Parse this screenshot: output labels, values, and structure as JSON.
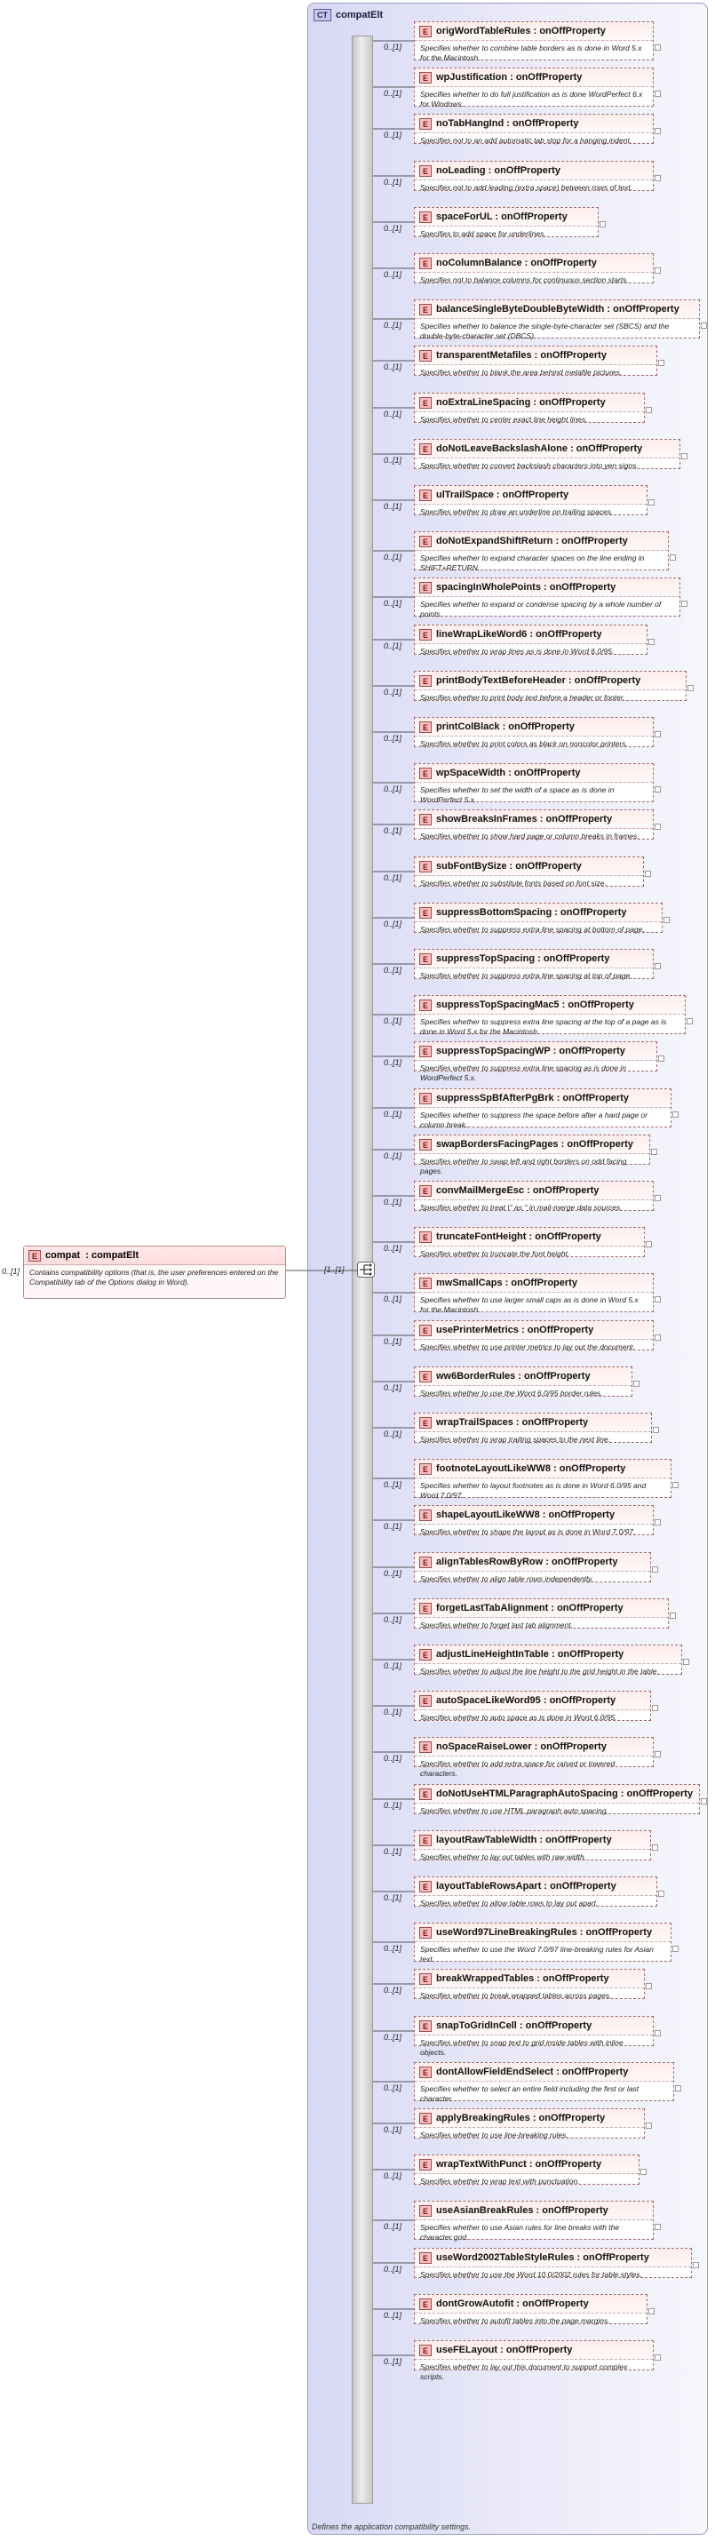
{
  "complex_type": {
    "badge": "CT",
    "name": "compatElt",
    "doc": "Defines the application compatibility settings."
  },
  "root_element": {
    "badge": "E",
    "occurrence": "0..[1]",
    "name": "compat",
    "type": "compatElt",
    "doc": "Contains compatibility options (that is, the user preferences entered on the Compatibility tab of the Options dialog in Word)."
  },
  "sequence": {
    "occurrence": "[1..[1]"
  },
  "children": [
    {
      "name": "origWordTableRules",
      "type": "onOffProperty",
      "doc": "Specifies whether to combine table borders as is done in Word 5.x for the Macintosh.",
      "occurrence": "0..[1]"
    },
    {
      "name": "wpJustification",
      "type": "onOffProperty",
      "doc": "Specifies whether to do full justification as is done WordPerfect 6.x for Windows.",
      "occurrence": "0..[1]"
    },
    {
      "name": "noTabHangInd",
      "type": "onOffProperty",
      "doc": "Specifies not to an add automatic tab stop for a hanging indent.",
      "occurrence": "0..[1]"
    },
    {
      "name": "noLeading",
      "type": "onOffProperty",
      "doc": "Specifies not to add leading (extra space) between rows of text.",
      "occurrence": "0..[1]"
    },
    {
      "name": "spaceForUL",
      "type": "onOffProperty",
      "doc": "Specifies to add space for underlines.",
      "occurrence": "0..[1]"
    },
    {
      "name": "noColumnBalance",
      "type": "onOffProperty",
      "doc": "Specifies not to balance columns for continuous section starts.",
      "occurrence": "0..[1]"
    },
    {
      "name": "balanceSingleByteDoubleByteWidth",
      "type": "onOffProperty",
      "doc": "Specifies whether to balance the single-byte-character set (SBCS) and the double-byte-character set (DBCS).",
      "occurrence": "0..[1]"
    },
    {
      "name": "transparentMetafiles",
      "type": "onOffProperty",
      "doc": "Specifies whether to blank the area behind metafile pictures.",
      "occurrence": "0..[1]"
    },
    {
      "name": "noExtraLineSpacing",
      "type": "onOffProperty",
      "doc": "Specifies whether to center exact line height lines.",
      "occurrence": "0..[1]"
    },
    {
      "name": "doNotLeaveBackslashAlone",
      "type": "onOffProperty",
      "doc": "Specifies whether to convert backslash characters into yen signs.",
      "occurrence": "0..[1]"
    },
    {
      "name": "ulTrailSpace",
      "type": "onOffProperty",
      "doc": "Specifies whether to draw an underline on trailing spaces.",
      "occurrence": "0..[1]"
    },
    {
      "name": "doNotExpandShiftReturn",
      "type": "onOffProperty",
      "doc": "Specifies whether to expand character spaces on the line ending in SHIFT+RETURN.",
      "occurrence": "0..[1]"
    },
    {
      "name": "spacingInWholePoints",
      "type": "onOffProperty",
      "doc": "Specifies whether to expand or condense spacing by a whole number of points.",
      "occurrence": "0..[1]"
    },
    {
      "name": "lineWrapLikeWord6",
      "type": "onOffProperty",
      "doc": "Specifies whether to wrap lines as is done in Word 6.0/95.",
      "occurrence": "0..[1]"
    },
    {
      "name": "printBodyTextBeforeHeader",
      "type": "onOffProperty",
      "doc": "Specifies whether to print body text before a header or footer.",
      "occurrence": "0..[1]"
    },
    {
      "name": "printColBlack",
      "type": "onOffProperty",
      "doc": "Specifies whether to print colors as black on noncolor printers.",
      "occurrence": "0..[1]"
    },
    {
      "name": "wpSpaceWidth",
      "type": "onOffProperty",
      "doc": "Specifies whether to set the width of a space as is done in WordPerfect 5.x.",
      "occurrence": "0..[1]"
    },
    {
      "name": "showBreaksInFrames",
      "type": "onOffProperty",
      "doc": "Specifies whether to show hard page or column breaks in frames.",
      "occurrence": "0..[1]"
    },
    {
      "name": "subFontBySize",
      "type": "onOffProperty",
      "doc": "Specifies whether to substitute fonts based on font size.",
      "occurrence": "0..[1]"
    },
    {
      "name": "suppressBottomSpacing",
      "type": "onOffProperty",
      "doc": "Specifies whether to suppress extra line spacing at bottom of page.",
      "occurrence": "0..[1]"
    },
    {
      "name": "suppressTopSpacing",
      "type": "onOffProperty",
      "doc": "Specifies whether to suppress extra line spacing at top of page.",
      "occurrence": "0..[1]"
    },
    {
      "name": "suppressTopSpacingMac5",
      "type": "onOffProperty",
      "doc": "Specifies whether to suppress extra line spacing at the top of a page as is done in Word 5.x for the Macintosh.",
      "occurrence": "0..[1]"
    },
    {
      "name": "suppressTopSpacingWP",
      "type": "onOffProperty",
      "doc": "Specifies whether to suppress extra line spacing as is done in WordPerfect 5.x.",
      "occurrence": "0..[1]"
    },
    {
      "name": "suppressSpBfAfterPgBrk",
      "type": "onOffProperty",
      "doc": "Specifies whether to suppress the space before after a hard page or column break.",
      "occurrence": "0..[1]"
    },
    {
      "name": "swapBordersFacingPages",
      "type": "onOffProperty",
      "doc": "Specifies whether to swap left and right borders on odd facing pages.",
      "occurrence": "0..[1]"
    },
    {
      "name": "convMailMergeEsc",
      "type": "onOffProperty",
      "doc": "Specifies whether to treat \\\" as \" in mail-merge data sources.",
      "occurrence": "0..[1]"
    },
    {
      "name": "truncateFontHeight",
      "type": "onOffProperty",
      "doc": "Specifies whether to truncate the font height.",
      "occurrence": "0..[1]"
    },
    {
      "name": "mwSmallCaps",
      "type": "onOffProperty",
      "doc": "Specifies whether to use larger small caps as is done in Word 5.x for the Macintosh.",
      "occurrence": "0..[1]"
    },
    {
      "name": "usePrinterMetrics",
      "type": "onOffProperty",
      "doc": "Specifies whether to use printer metrics to lay out the document.",
      "occurrence": "0..[1]"
    },
    {
      "name": "ww6BorderRules",
      "type": "onOffProperty",
      "doc": "Specifies whether to use the Word 6.0/95 border rules.",
      "occurrence": "0..[1]"
    },
    {
      "name": "wrapTrailSpaces",
      "type": "onOffProperty",
      "doc": "Specifies whether to wrap trailing spaces to the next line.",
      "occurrence": "0..[1]"
    },
    {
      "name": "footnoteLayoutLikeWW8",
      "type": "onOffProperty",
      "doc": "Specifies whether to layout footnotes as is done in Word 6.0/95 and Word 7.0/97.",
      "occurrence": "0..[1]"
    },
    {
      "name": "shapeLayoutLikeWW8",
      "type": "onOffProperty",
      "doc": "Specifies whether to shape the layout as is done in Word 7.0/97.",
      "occurrence": "0..[1]"
    },
    {
      "name": "alignTablesRowByRow",
      "type": "onOffProperty",
      "doc": "Specifies whether to align table rows independently.",
      "occurrence": "0..[1]"
    },
    {
      "name": "forgetLastTabAlignment",
      "type": "onOffProperty",
      "doc": "Specifies whether to forget last tab alignment.",
      "occurrence": "0..[1]"
    },
    {
      "name": "adjustLineHeightInTable",
      "type": "onOffProperty",
      "doc": "Specifies whether to adjust the line height to the grid height in the table.",
      "occurrence": "0..[1]"
    },
    {
      "name": "autoSpaceLikeWord95",
      "type": "onOffProperty",
      "doc": "Specifies whether to auto space as is done in Word 6.0/95.",
      "occurrence": "0..[1]"
    },
    {
      "name": "noSpaceRaiseLower",
      "type": "onOffProperty",
      "doc": "Specifies whether to add extra space for raised or lowered characters.",
      "occurrence": "0..[1]"
    },
    {
      "name": "doNotUseHTMLParagraphAutoSpacing",
      "type": "onOffProperty",
      "doc": "Specifies whether to use HTML paragraph auto spacing.",
      "occurrence": "0..[1]"
    },
    {
      "name": "layoutRawTableWidth",
      "type": "onOffProperty",
      "doc": "Specifies whether to lay out tables with raw width.",
      "occurrence": "0..[1]"
    },
    {
      "name": "layoutTableRowsApart",
      "type": "onOffProperty",
      "doc": "Specifies whether to allow table rows to lay out apart.",
      "occurrence": "0..[1]"
    },
    {
      "name": "useWord97LineBreakingRules",
      "type": "onOffProperty",
      "doc": "Specifies whether to use the Word 7.0/97 line-breaking rules for Asian text.",
      "occurrence": "0..[1]"
    },
    {
      "name": "breakWrappedTables",
      "type": "onOffProperty",
      "doc": "Specifies whether to break wrapped tables across pages.",
      "occurrence": "0..[1]"
    },
    {
      "name": "snapToGridInCell",
      "type": "onOffProperty",
      "doc": "Specifies whether to snap text to grid inside tables with inline objects.",
      "occurrence": "0..[1]"
    },
    {
      "name": "dontAllowFieldEndSelect",
      "type": "onOffProperty",
      "doc": "Specifies whether to select an entire field including the first or last character.",
      "occurrence": "0..[1]"
    },
    {
      "name": "applyBreakingRules",
      "type": "onOffProperty",
      "doc": "Specifies whether to use line-breaking rules.",
      "occurrence": "0..[1]"
    },
    {
      "name": "wrapTextWithPunct",
      "type": "onOffProperty",
      "doc": "Specifies whether to wrap text with punctuation.",
      "occurrence": "0..[1]"
    },
    {
      "name": "useAsianBreakRules",
      "type": "onOffProperty",
      "doc": "Specifies whether to use Asian rules for line breaks with the character grid.",
      "occurrence": "0..[1]"
    },
    {
      "name": "useWord2002TableStyleRules",
      "type": "onOffProperty",
      "doc": "Specifies whether to use the Word 10.0/2002 rules for table styles.",
      "occurrence": "0..[1]"
    },
    {
      "name": "dontGrowAutofit",
      "type": "onOffProperty",
      "doc": "Specifies whether to autofit tables into the page margins.",
      "occurrence": "0..[1]"
    },
    {
      "name": "useFELayout",
      "type": "onOffProperty",
      "doc": "Specifies whether to lay out this document to support complex scripts.",
      "occurrence": "0..[1]"
    }
  ]
}
